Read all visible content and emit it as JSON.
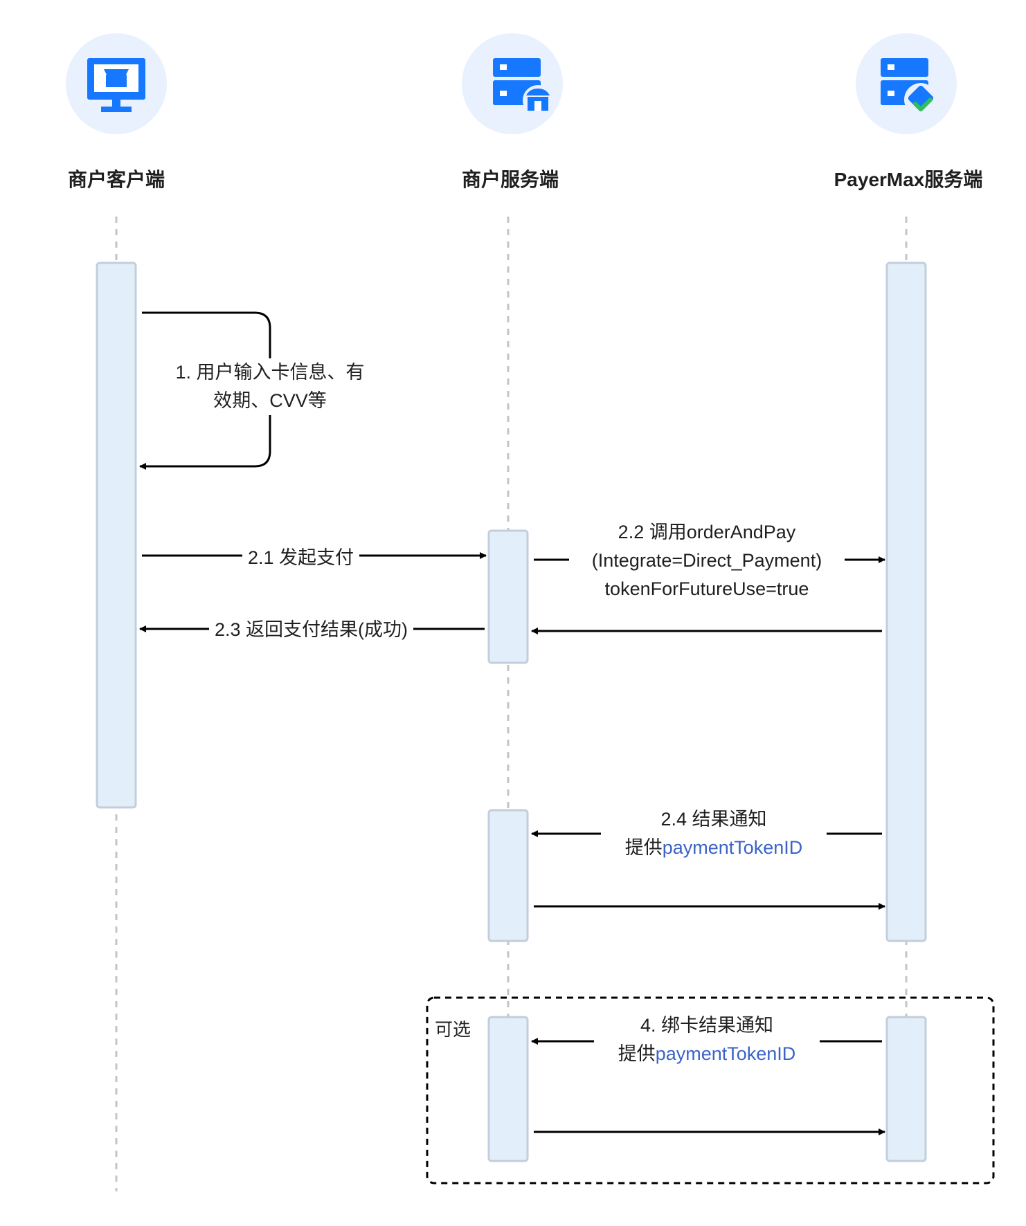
{
  "participants": [
    {
      "key": "client",
      "label": "商户客户端",
      "icon": "monitor-shop-icon"
    },
    {
      "key": "merchant_server",
      "label": "商户服务端",
      "icon": "server-shop-icon"
    },
    {
      "key": "payermax_server",
      "label": "PayerMax服务端",
      "icon": "server-card-icon"
    }
  ],
  "messages": {
    "m1": {
      "lines": [
        "1. 用户输入卡信息、有",
        "效期、CVV等"
      ]
    },
    "m21": {
      "lines": [
        "2.1 发起支付"
      ]
    },
    "m22": {
      "lines": [
        "2.2 调用orderAndPay",
        "(Integrate=Direct_Payment)",
        "tokenForFutureUse=true"
      ]
    },
    "m23": {
      "lines": [
        "2.3 返回支付结果(成功)"
      ]
    },
    "m24": {
      "line1": "2.4 结果通知",
      "prefix": "提供",
      "token": "paymentTokenID"
    },
    "m4": {
      "line1": "4. 绑卡结果通知",
      "prefix": "提供",
      "token": "paymentTokenID"
    }
  },
  "optional_frame": {
    "label": "可选"
  },
  "colors": {
    "icon_bg": "#e8f1fd",
    "icon_blue": "#1677ff",
    "check_green": "#2fbf5b",
    "activation_fill": "#e3eefb",
    "activation_stroke": "#c3cedb",
    "lifeline": "#c4c4c4",
    "arrow": "#000000",
    "token_text": "#3b63c7"
  }
}
